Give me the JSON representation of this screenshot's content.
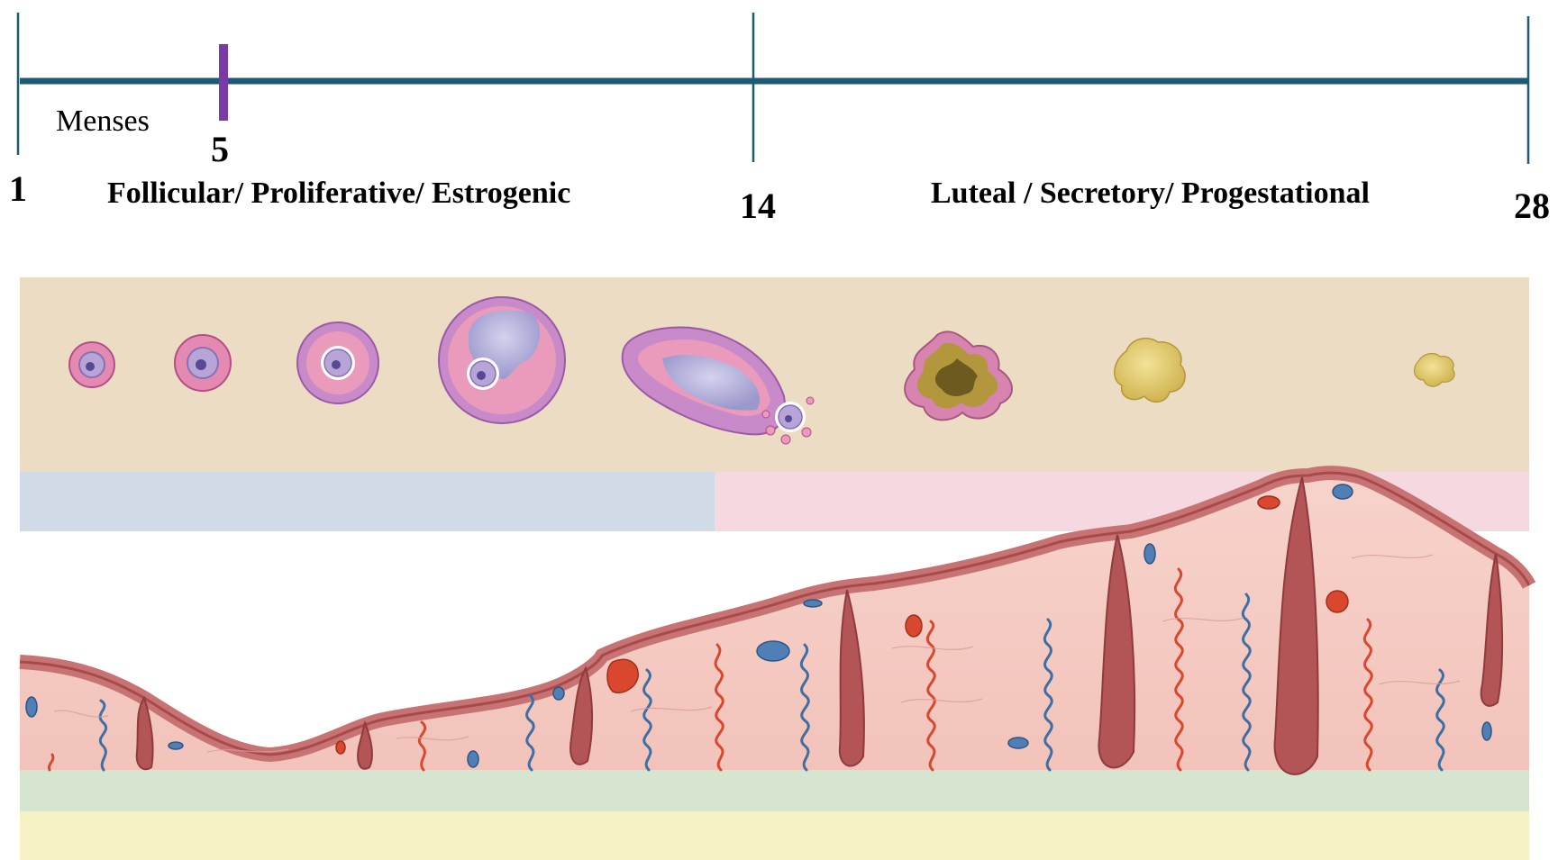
{
  "timeline": {
    "day_start": "1",
    "day_menses_end": "5",
    "day_ovulation": "14",
    "day_end": "28",
    "menses_label": "Menses",
    "follicular_phase_label": "Follicular/ Proliferative/ Estrogenic",
    "luteal_phase_label": "Luteal / Secretory/ Progestational"
  },
  "colors": {
    "timeline_line": "#1d5a75",
    "menses_marker": "#7b3aa6",
    "ovary_band": "#ecdcc3",
    "follicular_band": "#d1dbe8",
    "luteal_band": "#f6d9e0",
    "basal_layer_band": "#d6e5d0",
    "myometrium_band": "#f7f2c5",
    "endometrium_tissue": "#f5ccc4",
    "endometrium_surface": "#c77374",
    "gland_tissue": "#a84a4b",
    "artery_red": "#d9482e",
    "vein_blue": "#3f6ea3",
    "follicle_pink": "#e48ab2",
    "follicle_purple": "#b77dc1",
    "corpus_luteum_yellow": "#e2cb63"
  },
  "ovary_stages": [
    "primordial-follicle",
    "primary-follicle",
    "secondary-follicle",
    "antral-follicle",
    "ovulation",
    "corpus-luteum",
    "regressing-corpus-luteum",
    "corpus-albicans"
  ]
}
